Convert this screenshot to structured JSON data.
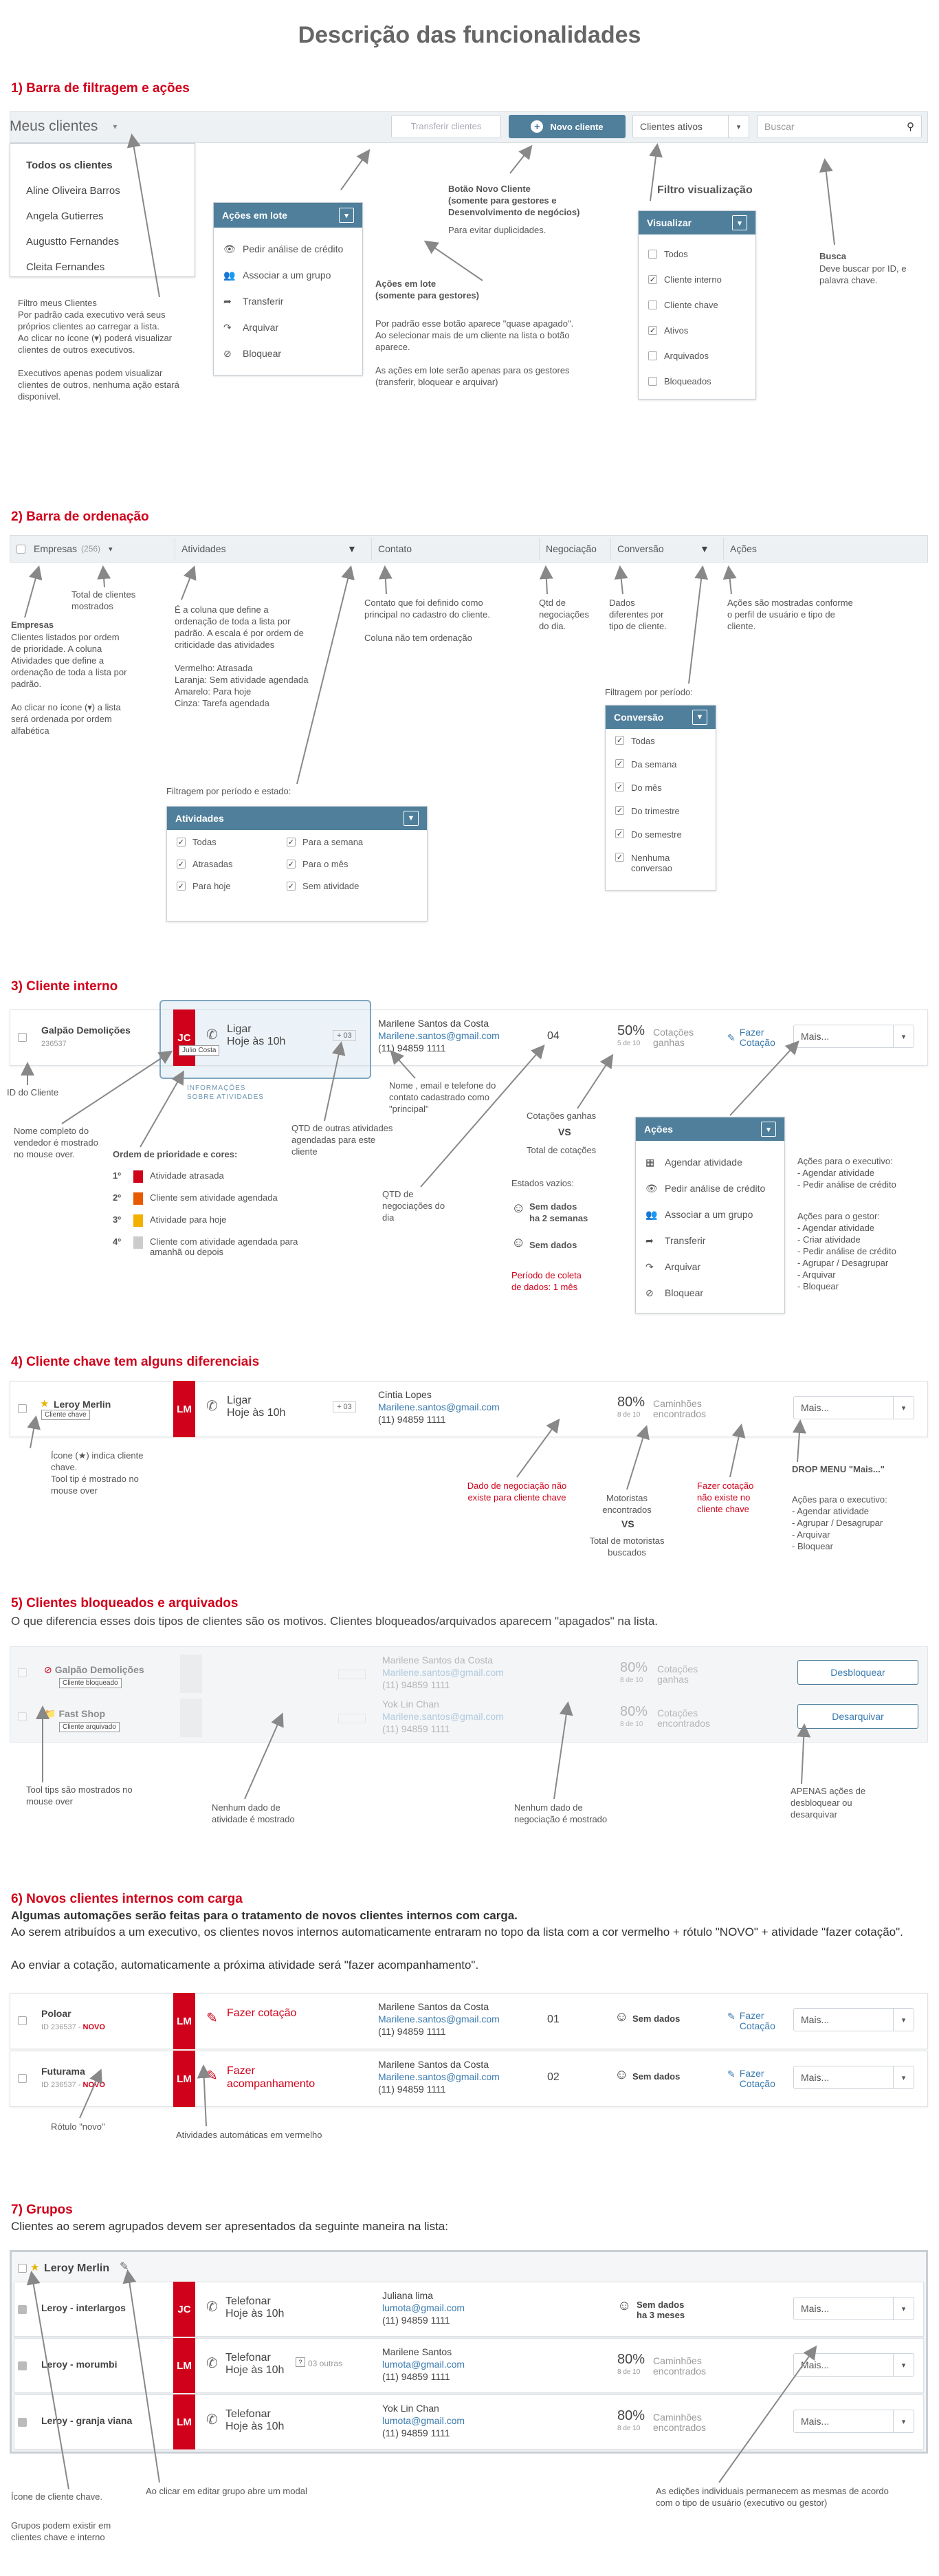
{
  "title": "Descrição das funcionalidades",
  "s1": {
    "heading": "1) Barra de filtragem e ações",
    "my_clients": "Meus clientes",
    "transfer": "Transferir clientes",
    "new_client": "Novo cliente",
    "active_clients": "Clientes ativos",
    "search_placeholder": "Buscar",
    "clients": [
      "Todos os clientes",
      "Aline Oliveira Barros",
      "Angela Gutierres",
      "Augustto Fernandes",
      "Cleita Fernandes"
    ],
    "bulk_title": "Ações em lote",
    "bulk_items": [
      "Pedir análise de crédito",
      "Associar a um grupo",
      "Transferir",
      "Arquivar",
      "Bloquear"
    ],
    "view_title": "Visualizar",
    "view_items": [
      "Todos",
      "Cliente interno",
      "Cliente chave",
      "Ativos",
      "Arquivados",
      "Bloqueados"
    ],
    "view_label": "Filtro visualização",
    "note_filter": "Filtro meus Clientes\nPor padrão cada executivo verá seus próprios clientes ao carregar a lista.\nAo clicar no ícone (▾) poderá visualizar clientes de outros executivos.\n\nExecutivos apenas podem visualizar clientes de outros, nenhuma ação estará disponível.",
    "note_new_title": "Botão Novo Cliente\n(somente para gestores e Desenvolvimento de negócios)",
    "note_new": "Para evitar duplicidades.",
    "note_bulk_title": "Ações em lote\n(somente para gestores)",
    "note_bulk": "Por padrão esse botão aparece \"quase apagado\". Ao selecionar mais de um cliente na lista o botão aparece.\n\nAs ações em lote serão apenas para os gestores (transferir, bloquear e arquivar)",
    "note_search_title": "Busca",
    "note_search": "Deve buscar por  ID, e palavra chave."
  },
  "s2": {
    "heading": "2) Barra de ordenação",
    "cols": [
      "Empresas",
      "Atividades",
      "Contato",
      "Negociação",
      "Conversão",
      "Ações"
    ],
    "count": "(256)",
    "note_emp_title": "Empresas",
    "note_emp": "Clientes listados por ordem de prioridade. A coluna Atividades que define a ordenação de toda a lista por padrão.\n\nAo clicar no ícone (▾) a lista será ordenada por ordem alfabética",
    "note_total": "Total de clientes mostrados",
    "note_ativ": "É a coluna que  define a ordenação de toda a lista por padrão. A escala é por ordem de criticidade das atividades\n\nVermelho: Atrasada\nLaranja: Sem atividade agendada\nAmarelo: Para hoje\nCinza: Tarefa agendada",
    "note_contato": "Contato que foi definido como principal no cadastro do cliente.\n\nColuna não tem ordenação",
    "note_neg": "Qtd de negociações do dia.",
    "note_conv": "Dados diferentes por tipo de cliente.",
    "note_acoes": "Ações são mostradas conforme o perfil de usuário e tipo de cliente.",
    "conv_label": "Filtragem por período:",
    "conv_title": "Conversão",
    "conv_items": [
      "Todas",
      "Da semana",
      "Do mês",
      "Do trimestre",
      "Do semestre",
      "Nenhuma conversao"
    ],
    "ativ_label": "Filtragem por período e estado:",
    "ativ_title": "Atividades",
    "ativ_items": [
      "Todas",
      "Atrasadas",
      "Para hoje",
      "Para a semana",
      "Para o mês",
      "Sem atividade"
    ]
  },
  "s3": {
    "heading": "3) Cliente interno",
    "company": "Galpão Demolições",
    "id": "236537",
    "initials": "JC",
    "tooltip": "Julio Costa",
    "act": "Ligar",
    "when": "Hoje às 10h",
    "more": "+ 03",
    "contact": "Marilene Santos da Costa",
    "email": "Marilene.santos@gmail.com",
    "phone": "(11) 94859 1111",
    "neg": "04",
    "pct": "50%",
    "pct_sub": "5 de 10",
    "conv_lbl": "Cotações ganhas",
    "act_btn": "Fazer Cotação",
    "more_btn": "Mais...",
    "info": "INFORMAÇÕES\nSOBRE ATIVIDADES",
    "n_id": "ID do Cliente",
    "n_vend": "Nome completo do vendedor é mostrado no mouse over.",
    "n_prio": "Ordem de prioridade e cores:",
    "prio": [
      "Atividade atrasada",
      "Cliente sem atividade agendada",
      "Atividade para hoje",
      "Cliente com atividade agendada para amanhã ou depois"
    ],
    "prio_n": [
      "1º",
      "2º",
      "3º",
      "4º"
    ],
    "n_qtd_out": "QTD de outras atividades agendadas para este cliente",
    "n_nome": "Nome , email e telefone do contato cadastrado como  \"principal\"",
    "n_qtd_neg": "QTD de negociações do dia",
    "n_cot": "Cotações ganhas",
    "n_vs": "VS",
    "n_tot": "Total de cotações",
    "n_empty": "Estados vazios:",
    "e1": "Sem dados\nha 2 semanas",
    "e2": "Sem dados",
    "n_period": "Período de coleta\nde dados: 1 mês",
    "acoes_title": "Ações",
    "acoes_items": [
      "Agendar atividade",
      "Pedir análise de crédito",
      "Associar a um grupo",
      "Transferir",
      "Arquivar",
      "Bloquear"
    ],
    "exec": "Ações para o executivo:\n- Agendar atividade\n- Pedir análise de crédito",
    "gest": "Ações para o gestor:\n- Agendar atividade\n- Criar atividade\n- Pedir análise de crédito\n- Agrupar / Desagrupar\n- Arquivar\n- Bloquear"
  },
  "s4": {
    "heading": "4) Cliente chave tem alguns diferenciais",
    "company": "Leroy Merlin",
    "initials": "LM",
    "act": "Ligar",
    "when": "Hoje às 10h",
    "more": "+ 03",
    "contact": "Cintia Lopes",
    "email": "Marilene.santos@gmail.com",
    "phone": "(11) 94859 1111",
    "pct": "80%",
    "pct_sub": "8 de 10",
    "conv_lbl": "Caminhões encontrados",
    "more_btn": "Mais...",
    "n_icon": "Ícone (★) indica cliente chave.\nTool tip é mostrado no mouse over",
    "tooltip": "Cliente chave",
    "n_neg": "Dado de negociação não existe para cliente chave",
    "n_mot": "Motoristas encontrados",
    "n_vs": "VS",
    "n_tot": "Total de motoristas buscados",
    "n_cot": "Fazer cotação não existe no cliente chave",
    "n_drop": "DROP MENU \"Mais...\"",
    "exec": "Ações para o executivo:\n- Agendar atividade\n- Agrupar / Desagrupar\n- Arquivar\n- Bloquear"
  },
  "s5": {
    "heading": "5) Clientes bloqueados e arquivados",
    "sub": "O que diferencia esses dois tipos de clientes são os motivos. Clientes bloqueados/arquivados aparecem \"apagados\" na lista.",
    "r1": {
      "company": "Galpão Demolições",
      "tip": "Cliente bloqueado",
      "contact": "Marilene Santos da Costa",
      "email": "Marilene.santos@gmail.com",
      "phone": "(11) 94859 1111",
      "pct": "80%",
      "pct_sub": "8 de 10",
      "conv": "Cotações ganhas",
      "btn": "Desbloquear"
    },
    "r2": {
      "company": "Fast Shop",
      "tip": "Cliente arquivado",
      "contact": "Yok Lin Chan",
      "email": "Marilene.santos@gmail.com",
      "phone": "(11) 94859 1111",
      "pct": "80%",
      "pct_sub": "8 de 10",
      "conv": "Cotações encontrados",
      "btn": "Desarquivar"
    },
    "n_tool": "Tool tips são mostrados no mouse over",
    "n_ativ": "Nenhum dado de atividade é mostrado",
    "n_neg": "Nenhum dado de negociação é mostrado",
    "n_apenas": "APENAS ações de desbloquear ou desarquivar"
  },
  "s6": {
    "heading": "6) Novos clientes internos com carga",
    "l1": "Algumas automações serão feitas para o tratamento de novos clientes internos com carga.",
    "l2": "Ao serem atribuídos a um executivo, os clientes novos internos automaticamente entraram no topo da lista com a cor vermelho + rótulo \"NOVO\" + atividade \"fazer cotação\".",
    "l3": "Ao enviar a cotação, automaticamente a próxima atividade será \"fazer acompanhamento\".",
    "rows": [
      {
        "company": "Poloar",
        "id": "ID 236537 - ",
        "new": "NOVO",
        "initials": "LM",
        "act": "Fazer cotação",
        "contact": "Marilene Santos da Costa",
        "email": "Marilene.santos@gmail.com",
        "phone": "(11) 94859 1111",
        "neg": "01",
        "empty": "Sem dados",
        "btn": "Fazer Cotação",
        "more": "Mais..."
      },
      {
        "company": "Futurama",
        "id": "ID 236537 - ",
        "new": "NOVO",
        "initials": "LM",
        "act": "Fazer acompanhamento",
        "contact": "Marilene Santos da Costa",
        "email": "Marilene.santos@gmail.com",
        "phone": "(11) 94859 1111",
        "neg": "02",
        "empty": "Sem dados",
        "btn": "Fazer Cotação",
        "more": "Mais..."
      }
    ],
    "n_novo": "Rótulo \"novo\"",
    "n_auto": "Atividades automáticas em vermelho"
  },
  "s7": {
    "heading": "7) Grupos",
    "sub": "Clientes ao serem agrupados devem ser apresentados da seguinte maneira na lista:",
    "group": "Leroy Merlin",
    "rows": [
      {
        "company": "Leroy - interlargos",
        "initials": "JC",
        "act": "Telefonar",
        "when": "Hoje às 10h",
        "more": "",
        "contact": "Juliana lima",
        "email": "lumota@gmail.com",
        "phone": "(11) 94859 1111",
        "pct": "",
        "pct_sub": "",
        "conv": "Sem dados\nha 3 meses",
        "btn": "Mais..."
      },
      {
        "company": "Leroy - morumbi",
        "initials": "LM",
        "act": "Telefonar",
        "when": "Hoje às 10h",
        "more": "03 outras",
        "contact": "Marilene Santos",
        "email": "lumota@gmail.com",
        "phone": "(11) 94859 1111",
        "pct": "80%",
        "pct_sub": "8 de 10",
        "conv": "Caminhões encontrados",
        "btn": "Mais..."
      },
      {
        "company": "Leroy - granja viana",
        "initials": "LM",
        "act": "Telefonar",
        "when": "Hoje às 10h",
        "more": "",
        "contact": "Yok Lin Chan",
        "email": "lumota@gmail.com",
        "phone": "(11) 94859 1111",
        "pct": "80%",
        "pct_sub": "8 de 10",
        "conv": "Caminhões encontrados",
        "btn": "Mais..."
      }
    ],
    "n_icon": "Ícone de cliente chave.",
    "n_grp": "Grupos podem existir em clientes chave e interno",
    "n_edit": "Ao clicar em editar grupo abre um modal",
    "n_ind": "As edições individuais permanecem as mesmas de acordo com o tipo de usuário (executivo ou gestor)"
  }
}
